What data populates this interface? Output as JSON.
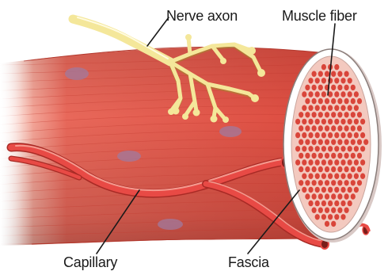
{
  "labels": {
    "nerve_axon": "Nerve axon",
    "muscle_fiber": "Muscle fiber",
    "capillary": "Capillary",
    "fascia": "Fascia"
  },
  "colors": {
    "muscle": "#e2574a",
    "muscle_dark": "#c23a2e",
    "fiber_cell": "#d9453a",
    "fascia": "#ffffff",
    "capillary": "#e84a45",
    "nerve": "#f4e79a",
    "nucleus": "#9e7aa0",
    "leader_line": "#1a1a1a"
  }
}
